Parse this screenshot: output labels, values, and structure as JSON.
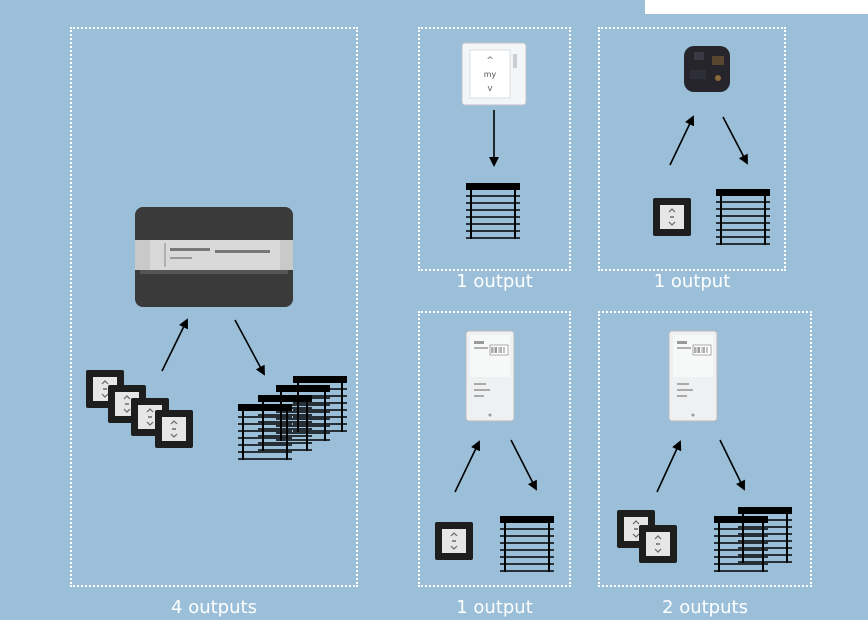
{
  "diagram": {
    "background_color": "#9bbfd9",
    "frame_color": "#ffffff",
    "configurations": [
      {
        "label": "4 outputs",
        "controller": "din-rail-controller",
        "inputs": "wall-switch",
        "outputs": "blind"
      },
      {
        "label": "1 output",
        "controller": "wireless-wall-remote",
        "outputs": "blind"
      },
      {
        "label": "1 output",
        "controller": "flush-mounted-receiver",
        "inputs": "wall-switch",
        "outputs": "blind"
      },
      {
        "label": "1 output",
        "controller": "surface-motor-controller",
        "inputs": "wall-switch",
        "outputs": "blind"
      },
      {
        "label": "2 outputs",
        "controller": "surface-motor-controller",
        "inputs": "wall-switch",
        "outputs": "blind"
      }
    ]
  }
}
